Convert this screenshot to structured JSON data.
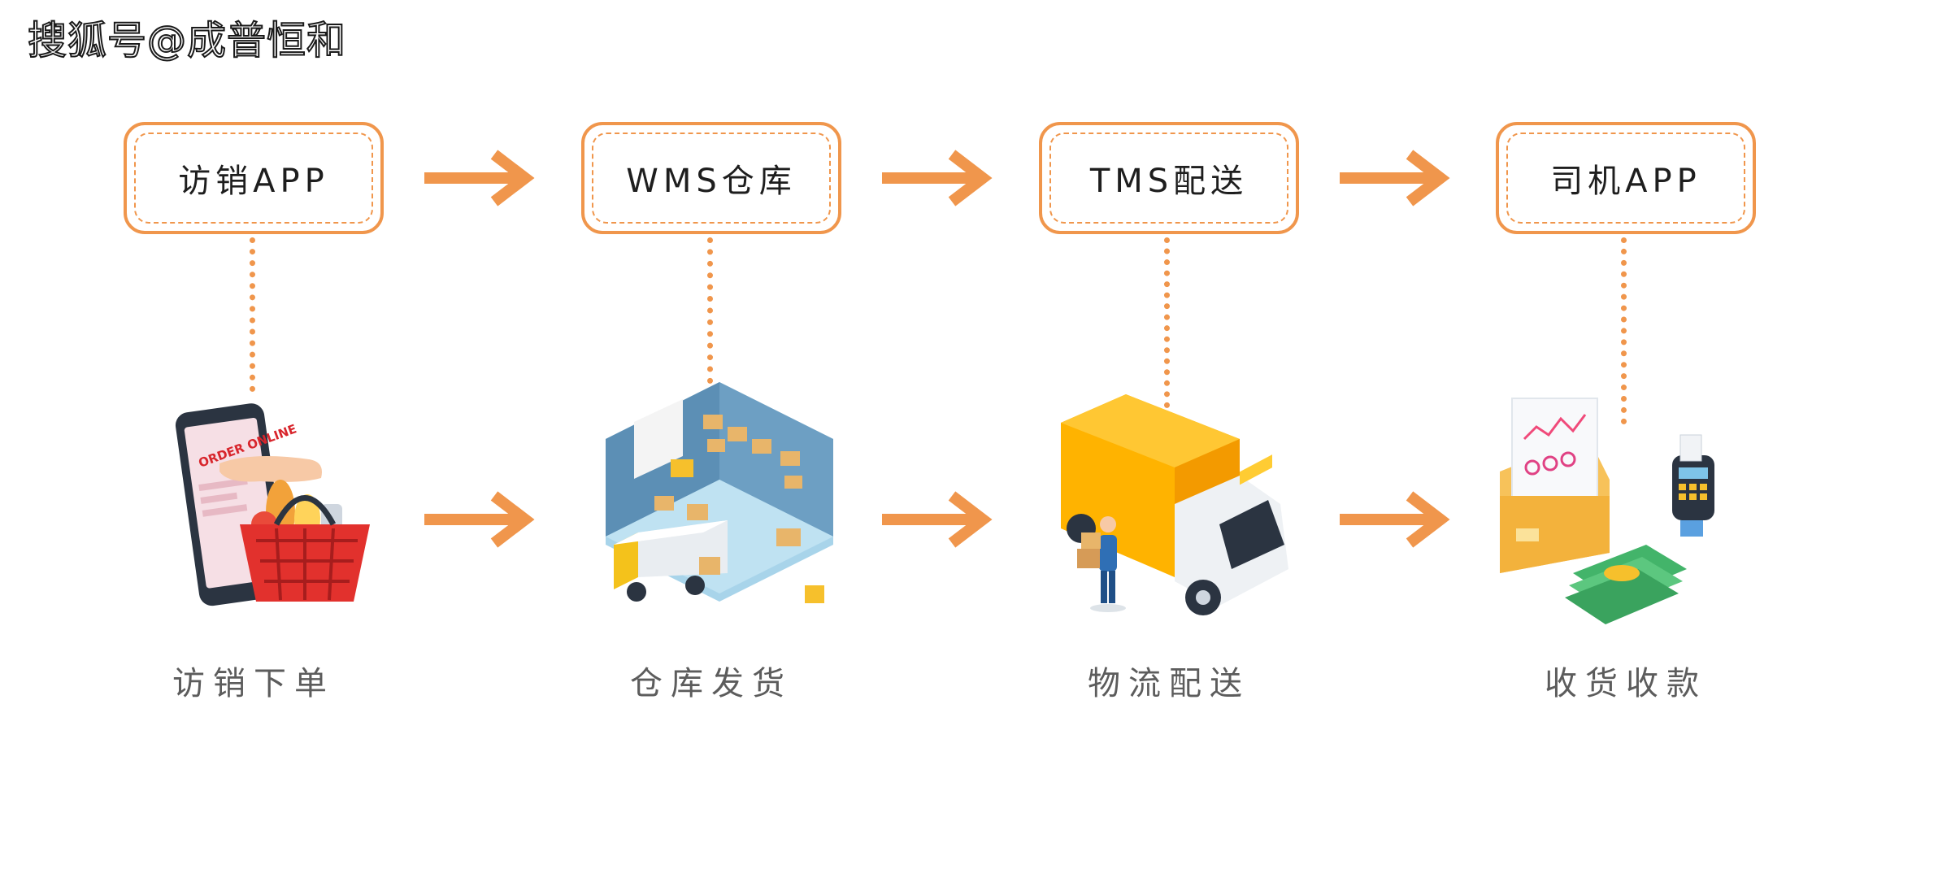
{
  "watermark": "搜狐号@成普恒和",
  "colors": {
    "accent": "#f0964c",
    "label_text": "#1e1e1e",
    "caption_text": "#5c5c5c"
  },
  "systems": [
    {
      "label": "访销APP"
    },
    {
      "label": "WMS仓库"
    },
    {
      "label": "TMS配送"
    },
    {
      "label": "司机APP"
    }
  ],
  "steps": [
    {
      "label": "访销下单",
      "icon": "order-online-phone-basket-icon",
      "badge": "ORDER ONLINE"
    },
    {
      "label": "仓库发货",
      "icon": "warehouse-shipping-icon"
    },
    {
      "label": "物流配送",
      "icon": "delivery-truck-courier-icon"
    },
    {
      "label": "收货收款",
      "icon": "payment-receipt-cash-icon"
    }
  ]
}
